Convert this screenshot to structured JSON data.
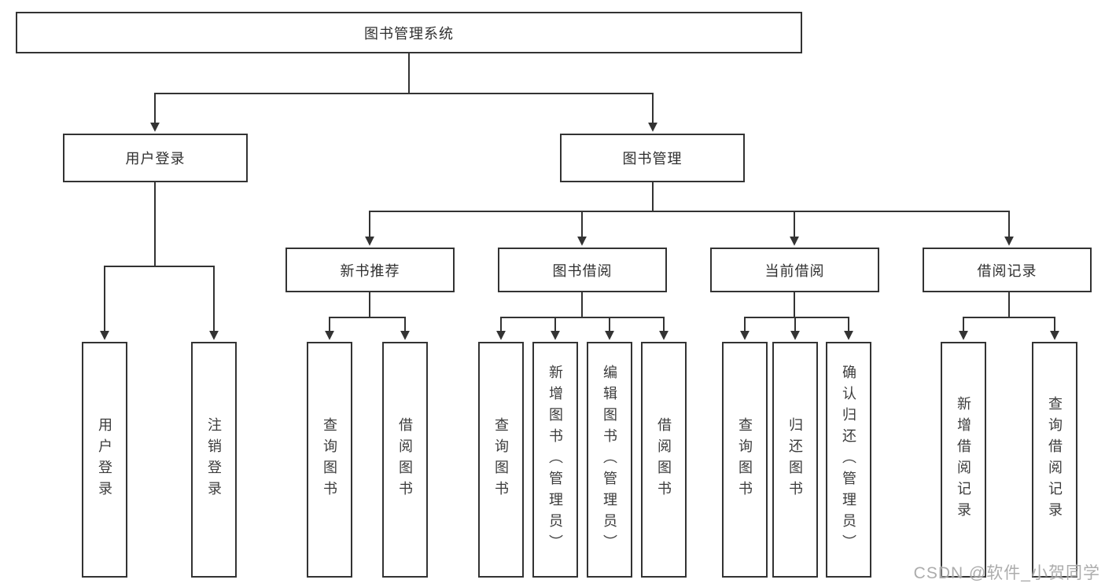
{
  "diagram": {
    "root": "图书管理系统",
    "level2": {
      "user_login": "用户登录",
      "book_mgmt": "图书管理"
    },
    "level3": {
      "new_book": "新书推荐",
      "book_borrow": "图书借阅",
      "current_borrow": "当前借阅",
      "borrow_record": "借阅记录"
    },
    "leaves": {
      "login_user": "用户登录",
      "login_out": "注销登录",
      "nb_query": "查询图书",
      "nb_borrow": "借阅图书",
      "bb_query": "查询图书",
      "bb_add": "新增图书（管理员）",
      "bb_edit": "编辑图书（管理员）",
      "bb_borrow": "借阅图书",
      "cb_query": "查询图书",
      "cb_return": "归还图书",
      "cb_confirm": "确认归还（管理员）",
      "br_add": "新增借阅记录",
      "br_query": "查询借阅记录"
    }
  },
  "watermark": "CSDN @软件_小贺同学",
  "colors": {
    "line": "#333333",
    "box_border": "#333333",
    "box_fill": "#ffffff",
    "text": "#2f2f2f",
    "watermark": "#9e9e9e",
    "background": "#ffffff"
  }
}
